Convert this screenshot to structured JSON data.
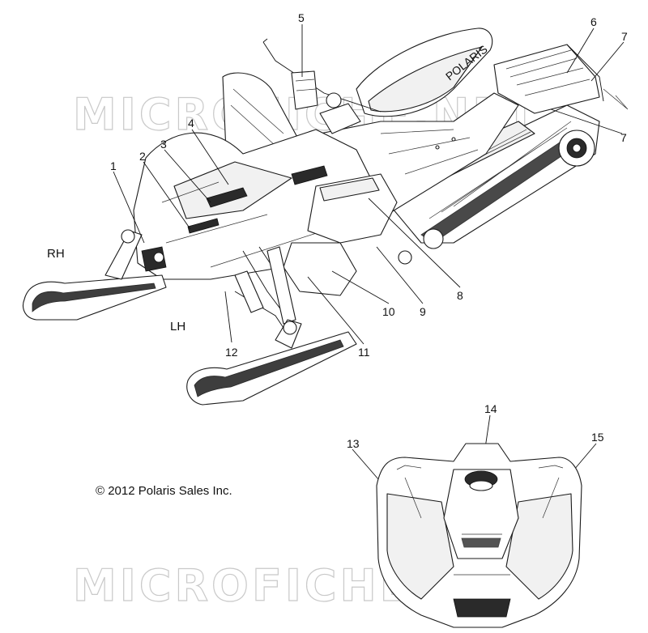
{
  "watermark": "MICROFICHE.NET",
  "copyright": "© 2012 Polaris Sales Inc.",
  "brand_on_seat": "POLARIS",
  "side_labels": {
    "rh": "RH",
    "lh": "LH"
  },
  "callouts": [
    "1",
    "2",
    "3",
    "4",
    "5",
    "6",
    "7",
    "7",
    "8",
    "9",
    "10",
    "11",
    "12",
    "13",
    "14",
    "15"
  ]
}
